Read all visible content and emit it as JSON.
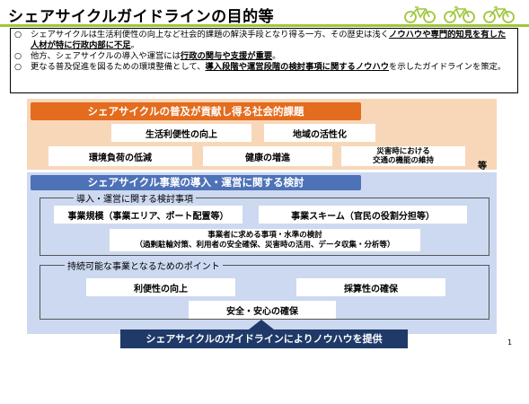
{
  "title": "シェアサイクルガイドラインの目的等",
  "summary": [
    {
      "marker": "○",
      "parts": [
        {
          "text": "シェアサイクルは生活利便性の向上など社会的課題の解決手段となり得る一方、その歴史は浅く",
          "bold": false,
          "underline": false
        },
        {
          "text": "ノウハウや専門的知見を有した人材が特に行政内部に不足",
          "bold": true,
          "underline": true
        },
        {
          "text": "。",
          "bold": false,
          "underline": false
        }
      ]
    },
    {
      "marker": "○",
      "parts": [
        {
          "text": "他方、シェアサイクルの導入や運営には",
          "bold": false,
          "underline": false
        },
        {
          "text": "行政の関与や支援が重要",
          "bold": true,
          "underline": true
        },
        {
          "text": "。",
          "bold": false,
          "underline": false
        }
      ]
    },
    {
      "marker": "○",
      "parts": [
        {
          "text": "更なる普及促進を図るための環境整備として、",
          "bold": false,
          "underline": false
        },
        {
          "text": "導入段階や運営段階の検討事項に関するノウハウ",
          "bold": true,
          "underline": true
        },
        {
          "text": "を示したガイドラインを策定。",
          "bold": false,
          "underline": false
        }
      ]
    }
  ],
  "social": {
    "header": "シェアサイクルの普及が貢献し得る社会的課題",
    "items": [
      "生活利便性の向上",
      "地域の活性化",
      "環境負荷の低減",
      "健康の増進"
    ],
    "disaster_line1": "災害時における",
    "disaster_line2": "交通の機能の維持",
    "etc": "等"
  },
  "business": {
    "header": "シェアサイクル事業の導入・運営に関する検討",
    "group1_label": "導入・運営に関する検討事項",
    "scale": "事業規模（事業エリア、ポート配置等）",
    "scheme": "事業スキーム（官民の役割分担等）",
    "standards_line1": "事業者に求める事項・水準の検討",
    "standards_line2": "（過剰駐輪対策、利用者の安全確保、災害時の活用、データ収集・分析等）",
    "group2_label": "持続可能な事業となるためのポイント",
    "convenience": "利便性の向上",
    "profitability": "採算性の確保",
    "safety": "安全・安心の確保"
  },
  "bottom_banner": "シェアサイクルのガイドラインによりノウハウを提供",
  "page_number": "1",
  "colors": {
    "accent_green": "#9fc63b",
    "orange": "#e46c1e",
    "blue": "#4e72b8",
    "navy": "#1f3a68",
    "peach": "#f8d7b9",
    "lightblue": "#ccd9f0"
  },
  "icons": [
    "bicycle-icon",
    "bicycle-icon",
    "bicycle-icon"
  ]
}
